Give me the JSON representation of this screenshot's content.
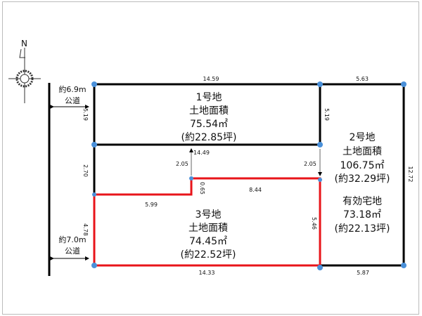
{
  "compass": {
    "north_label": "N"
  },
  "road_top": {
    "width": "約6.9m",
    "label": "公道"
  },
  "road_bottom": {
    "width": "約7.0m",
    "label": "公道"
  },
  "plot1": {
    "name": "1号地",
    "area_label": "土地面積",
    "area": "75.54㎡",
    "tsubo": "(約22.85坪)"
  },
  "plot2": {
    "name": "2号地",
    "area_label": "土地面積",
    "area": "106.75㎡",
    "tsubo": "(約32.29坪)",
    "effective_label": "有効宅地",
    "effective_area": "73.18㎡",
    "effective_tsubo": "(約22.13坪)"
  },
  "plot3": {
    "name": "3号地",
    "area_label": "土地面積",
    "area": "74.45㎡",
    "tsubo": "(約22.52坪)"
  },
  "dimensions": {
    "top_left": "14.59",
    "top_right": "5.63",
    "left_1": "5.19",
    "mid_right_1": "5.19",
    "passage_len": "14.49",
    "passage_w_left": "2.05",
    "passage_w_right": "2.05",
    "left_2": "2.70",
    "step": "0.65",
    "plot3_top": "8.44",
    "plot3_step_h": "5.99",
    "left_3": "4.78",
    "plot3_right": "5.46",
    "bottom_left": "14.33",
    "bottom_right": "5.87",
    "right": "12.72"
  },
  "colors": {
    "boundary": "#000000",
    "highlight": "#e8141a",
    "corner": "#4a90d9"
  }
}
